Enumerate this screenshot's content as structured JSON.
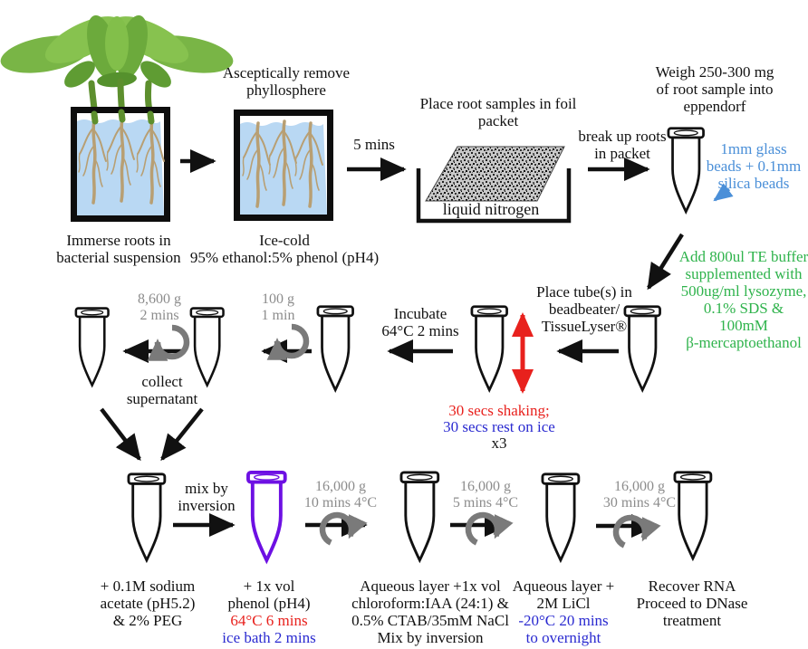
{
  "colors": {
    "water_blue": "#b9d8f3",
    "bead_blue": "#72c9e8",
    "lysate_green": "#8fc87c",
    "root_tan": "#d8cbab",
    "root_brown": "#b89f73",
    "dark_green": "#4d7a40",
    "muted_green": "#628c50",
    "pellet_green": "#2e5c20",
    "phenol_orange": "#d4931c",
    "purple_outline": "#6d10e3",
    "lavender": "#dda0f0",
    "cream": "#f6e2ae",
    "text_red": "#e8211d",
    "text_blue": "#2a2ad0",
    "note_blue": "#4a8fd8",
    "text_green": "#2fb34c",
    "text_gray": "#8c8c8c",
    "arrow_gray": "#7a7a7a"
  },
  "row1": {
    "immerse_caption": "Immerse roots in\nbacterial suspension",
    "remove_caption": "Asceptically remove\nphyllosphere",
    "icecold_caption": "Ice-cold\n95% ethanol:5% phenol (pH4)",
    "five_mins": "5 mins",
    "foil_caption": "Place root samples in foil\npacket",
    "liquid_nitrogen": "liquid nitrogen",
    "break_up": "break up roots\nin packet",
    "weigh_caption": "Weigh 250-300 mg\nof root sample into\neppendorf",
    "beads_note": "1mm glass\nbeads + 0.1mm\nsilica beads",
    "te_buffer_note": "Add 800ul TE buffer\nsupplemented with\n500ug/ml lysozyme,\n0.1% SDS &\n100mM\nβ-mercaptoethanol"
  },
  "row2": {
    "beadbeater_label": "Place tube(s) in\nbeadbeater/\nTissueLyser®",
    "shaking_label": "30 secs shaking;",
    "rest_label": "30 secs rest on ice",
    "repeat_label": "x3",
    "incubate_label": "Incubate\n64°C 2 mins",
    "spin_100g": "100 g\n1 min",
    "spin_8600g": "8,600 g\n2 mins",
    "collect_label": "collect\nsupernatant"
  },
  "row3": {
    "sodium_caption": "+ 0.1M sodium\nacetate (pH5.2)\n& 2% PEG",
    "mix_label": "mix by\ninversion",
    "phenol_caption": "+ 1x vol\nphenol (pH4)",
    "phenol_heat": "64°C 6 mins",
    "phenol_ice": "ice bath 2 mins",
    "spin_16k_10": "16,000 g\n10 mins 4°C",
    "chloroform_caption": "Aqueous layer +1x vol\nchloroform:IAA (24:1) &\n0.5% CTAB/35mM NaCl\nMix by inversion",
    "spin_16k_5": "16,000 g\n5 mins 4°C",
    "licl_caption": "Aqueous layer +\n2M LiCl",
    "licl_cold": "-20°C 20 mins\nto overnight",
    "spin_16k_30": "16,000 g\n30 mins 4°C",
    "recover_caption": "Recover RNA\nProceed to DNase\ntreatment"
  }
}
